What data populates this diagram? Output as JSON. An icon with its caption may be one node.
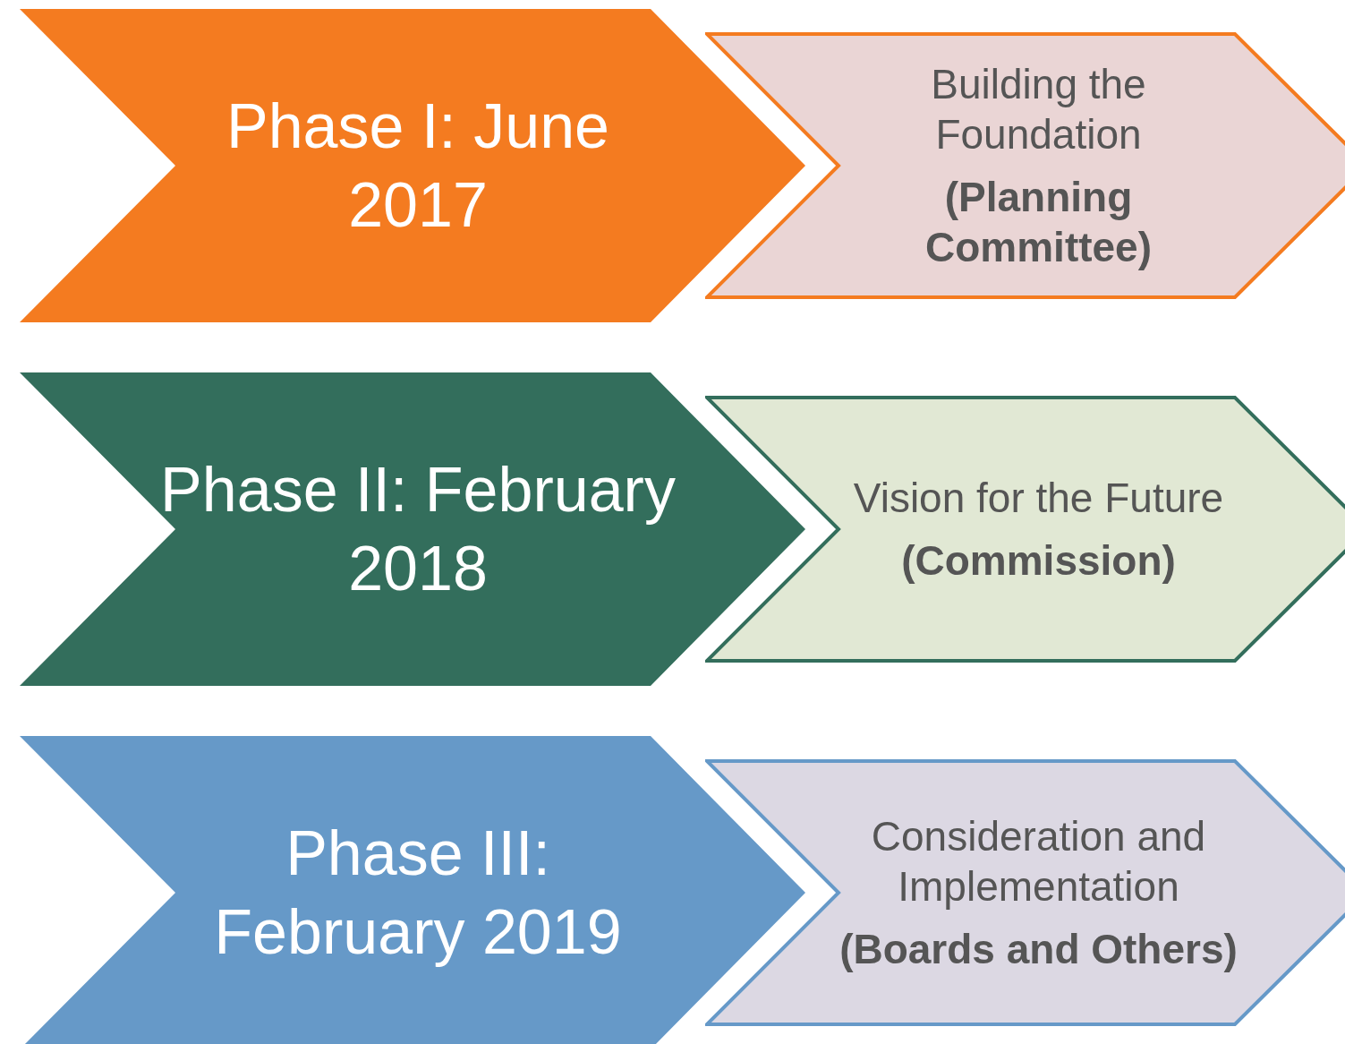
{
  "diagram": {
    "nodes": [
      {
        "text": [
          "Phase I: June 2017"
        ]
      },
      {
        "text": [
          "Building the Foundation",
          "(Planning Committee)"
        ]
      },
      {
        "text": [
          "Phase II: February 2018"
        ]
      },
      {
        "text": [
          "Vision for the Future",
          "(Commission)"
        ]
      },
      {
        "text": [
          "Phase III: February 2019"
        ]
      },
      {
        "text": [
          "Consideration and Implementation",
          "(Boards and Others)"
        ]
      }
    ]
  }
}
